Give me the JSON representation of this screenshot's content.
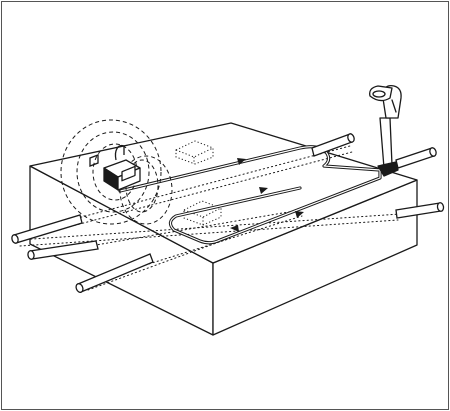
{
  "figure": {
    "type": "technical line illustration",
    "colors": {
      "ink": "#1a1a1a",
      "background": "#ffffff",
      "frame": "#555555"
    },
    "parts": {
      "slab": "concrete-slab",
      "transmitter": "signal-transmitter",
      "locator": "cable-locator-wand",
      "cable_loop": "embedded-cable-loop",
      "field": "electromagnetic-field",
      "pipes": "protruding-pipes",
      "hidden_runs": "hidden-conduit-runs",
      "buried_objects": "buried-objects"
    },
    "pipe_count": 7,
    "arrow_count": 4
  }
}
